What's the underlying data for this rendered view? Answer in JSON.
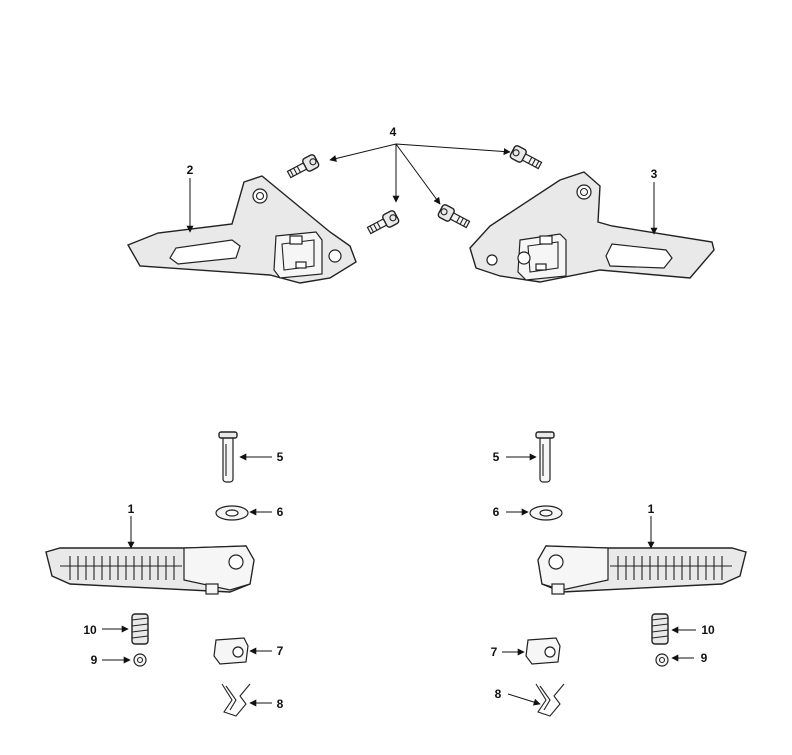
{
  "callouts": {
    "c1_left": "1",
    "c1_right": "1",
    "c2": "2",
    "c3": "3",
    "c4": "4",
    "c5_left": "5",
    "c5_right": "5",
    "c6_left": "6",
    "c6_right": "6",
    "c7_left": "7",
    "c7_right": "7",
    "c8_left": "8",
    "c8_right": "8",
    "c9_left": "9",
    "c9_right": "9",
    "c10_left": "10",
    "c10_right": "10"
  }
}
